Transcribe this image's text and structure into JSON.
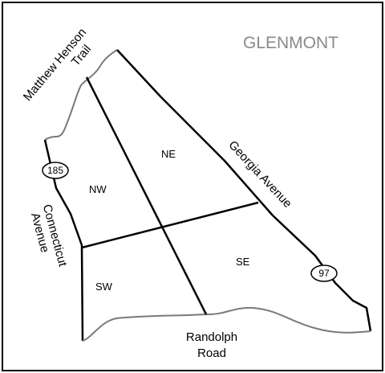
{
  "map": {
    "title": "GLENMONT",
    "quadrants": {
      "nw": "NW",
      "ne": "NE",
      "sw": "SW",
      "se": "SE"
    },
    "streets": {
      "matthew_henson_line1": "Matthew Henson",
      "matthew_henson_line2": "Trail",
      "georgia_avenue": "Georgia Avenue",
      "connecticut_line1": "Connecticut",
      "connecticut_line2": "Avenue",
      "randolph_line1": "Randolph",
      "randolph_line2": "Road"
    },
    "route_shields": {
      "route_185": "185",
      "route_97": "97"
    },
    "colors": {
      "frame": "#000000",
      "boundary": "#000000",
      "trail": "#7a7a7a",
      "title": "#8a8a8a"
    }
  }
}
